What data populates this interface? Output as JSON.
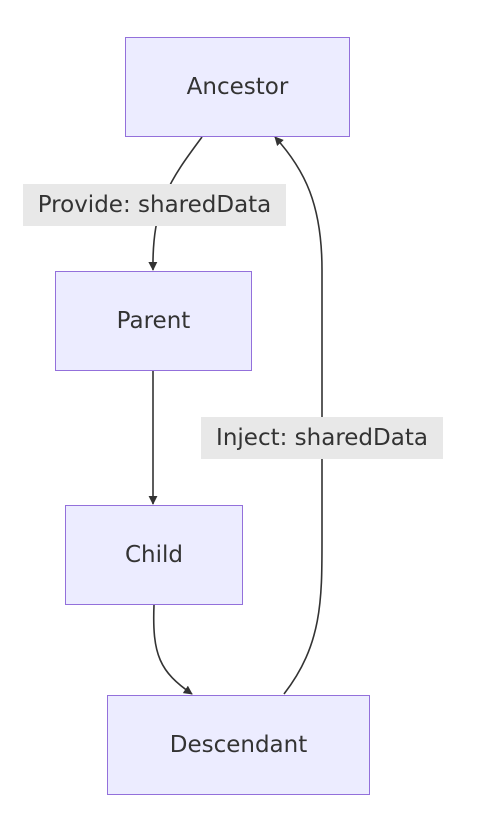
{
  "diagram": {
    "type": "flowchart",
    "direction": "top-down",
    "nodes": [
      {
        "id": "ancestor",
        "label": "Ancestor"
      },
      {
        "id": "parent",
        "label": "Parent"
      },
      {
        "id": "child",
        "label": "Child"
      },
      {
        "id": "descendant",
        "label": "Descendant"
      }
    ],
    "edges": [
      {
        "from": "ancestor",
        "to": "parent",
        "label": "Provide: sharedData"
      },
      {
        "from": "parent",
        "to": "child",
        "label": ""
      },
      {
        "from": "child",
        "to": "descendant",
        "label": ""
      },
      {
        "from": "descendant",
        "to": "ancestor",
        "label": "Inject: sharedData"
      }
    ]
  },
  "colors": {
    "node_fill": "#ECECFF",
    "node_border": "#9370DB",
    "text": "#333333",
    "edge": "#333333",
    "edge_label_bg": "#E8E8E8"
  }
}
